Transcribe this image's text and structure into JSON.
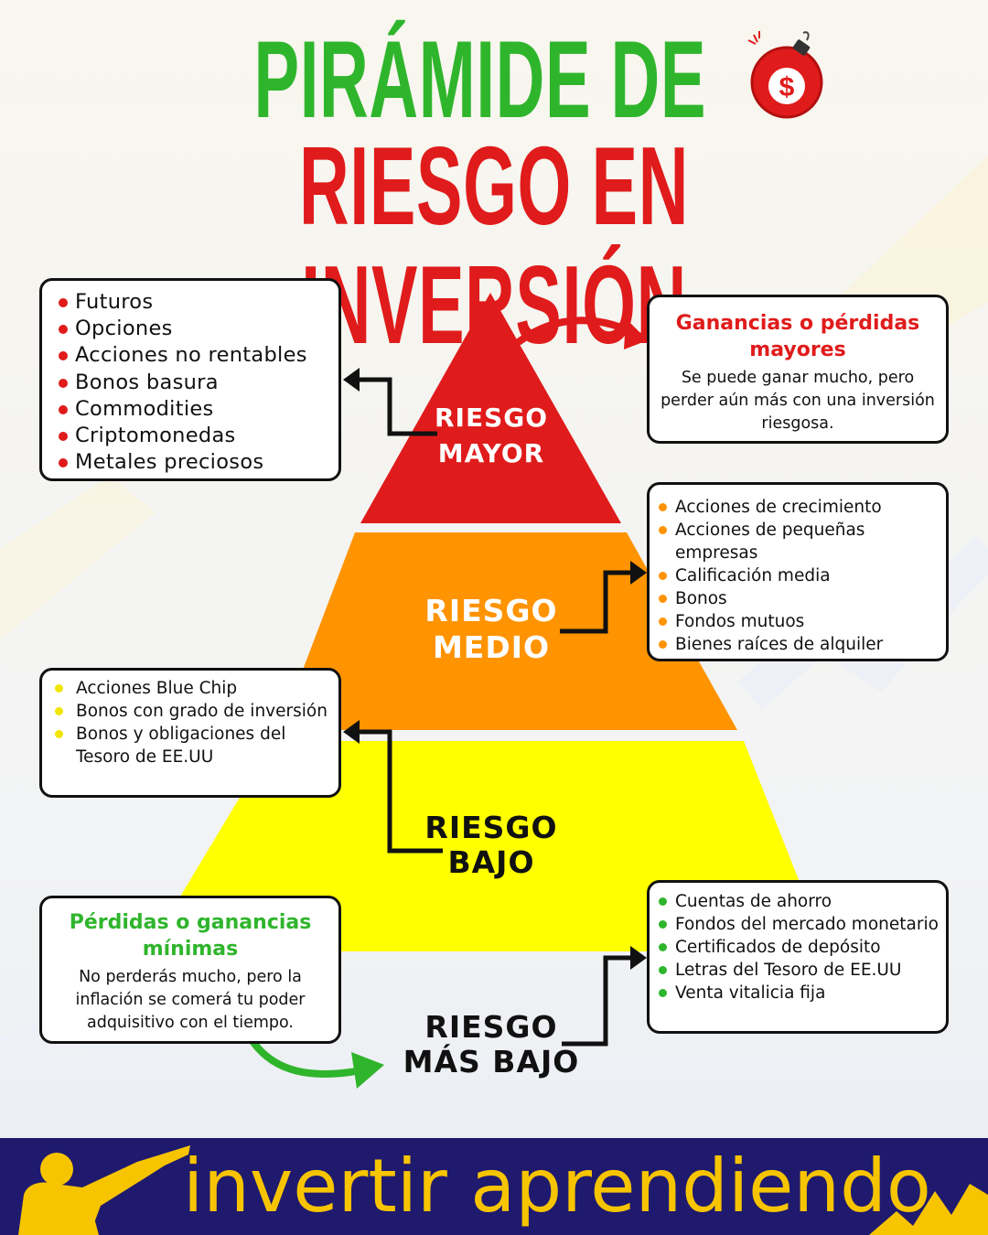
{
  "title": {
    "line1": "PIRÁMIDE DE",
    "line2": "RIESGO EN INVERSIÓN"
  },
  "icons": {
    "bomb": "bomb-dollar-icon",
    "dollar": "$"
  },
  "levels": {
    "top": {
      "line1": "RIESGO",
      "line2": "MAYOR",
      "color": "#e01b1b"
    },
    "middle": {
      "line1": "RIESGO",
      "line2": "MEDIO",
      "color": "#ff9300"
    },
    "low": {
      "line1": "RIESGO",
      "line2": "BAJO",
      "color": "#ffff00"
    },
    "lowest": {
      "line1": "RIESGO",
      "line2": "MÁS BAJO"
    }
  },
  "high_risk_list": [
    "Futuros",
    "Opciones",
    "Acciones no rentables",
    "Bonos basura",
    "Commodities",
    "Criptomonedas",
    "Metales preciosos"
  ],
  "high_risk_note": {
    "heading": "Ganancias o pérdidas mayores",
    "text": "Se puede ganar mucho, pero perder aún más con una inversión riesgosa."
  },
  "medium_risk_list": [
    "Acciones de crecimiento",
    "Acciones de pequeñas empresas",
    "Calificación media",
    "Bonos",
    "Fondos mutuos",
    "Bienes raíces de alquiler"
  ],
  "low_risk_list": [
    "Acciones Blue Chip",
    "Bonos con grado de inversión",
    "Bonos y obligaciones del Tesoro de EE.UU"
  ],
  "lowest_risk_list": [
    "Cuentas de ahorro",
    "Fondos del mercado monetario",
    "Certificados de depósito",
    "Letras del Tesoro de EE.UU",
    "Venta vitalicia fija"
  ],
  "lowest_risk_note": {
    "heading": "Pérdidas o ganancias mínimas",
    "text": "No perderás mucho, pero la inflación se comerá tu poder adquisitivo con el tiempo."
  },
  "colors": {
    "green": "#2fb52c",
    "red": "#e01b1b",
    "orange": "#ff9300",
    "yellow": "#ffff00",
    "navy": "#1f1a6e",
    "gold": "#f7c400"
  },
  "footer": {
    "brand": "invertir aprendiendo"
  }
}
